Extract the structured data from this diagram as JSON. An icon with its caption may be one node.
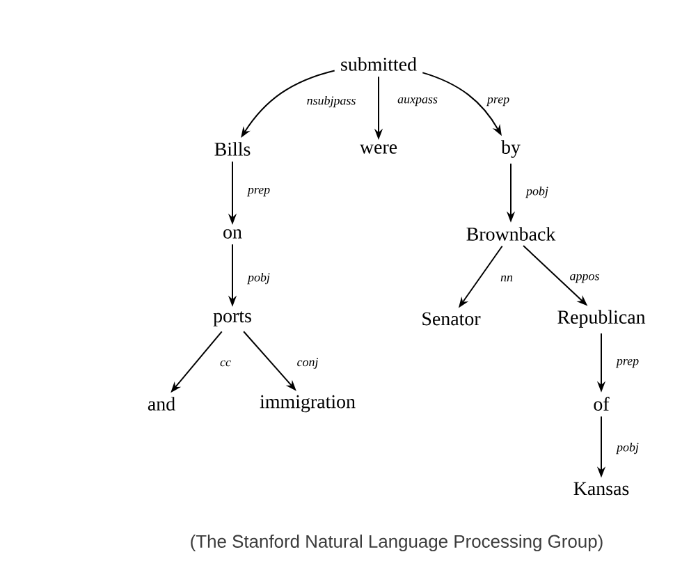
{
  "diagram": {
    "caption": "(The Stanford Natural Language Processing Group)",
    "nodes": [
      {
        "text": [
          "submitted"
        ]
      },
      {
        "text": [
          "Bills"
        ]
      },
      {
        "text": [
          "were"
        ]
      },
      {
        "text": [
          "by"
        ]
      },
      {
        "text": [
          "on"
        ]
      },
      {
        "text": [
          "Brownback"
        ]
      },
      {
        "text": [
          "ports"
        ]
      },
      {
        "text": [
          "Senator"
        ]
      },
      {
        "text": [
          "Republican"
        ]
      },
      {
        "text": [
          "and"
        ]
      },
      {
        "text": [
          "immigration"
        ]
      },
      {
        "text": [
          "of"
        ]
      },
      {
        "text": [
          "Kansas"
        ]
      }
    ],
    "edges": [
      {
        "from": 0,
        "to": 1,
        "arrow": "to",
        "label": "nsubjpass"
      },
      {
        "from": 0,
        "to": 2,
        "arrow": "to",
        "label": "auxpass"
      },
      {
        "from": 0,
        "to": 3,
        "arrow": "to",
        "label": "prep"
      },
      {
        "from": 1,
        "to": 4,
        "arrow": "to",
        "label": "prep"
      },
      {
        "from": 3,
        "to": 5,
        "arrow": "to",
        "label": "pobj"
      },
      {
        "from": 4,
        "to": 6,
        "arrow": "to",
        "label": "pobj"
      },
      {
        "from": 5,
        "to": 7,
        "arrow": "to",
        "label": "nn"
      },
      {
        "from": 5,
        "to": 8,
        "arrow": "to",
        "label": "appos"
      },
      {
        "from": 6,
        "to": 9,
        "arrow": "to",
        "label": "cc"
      },
      {
        "from": 6,
        "to": 10,
        "arrow": "to",
        "label": "conj"
      },
      {
        "from": 8,
        "to": 11,
        "arrow": "to",
        "label": "prep"
      },
      {
        "from": 11,
        "to": 12,
        "arrow": "to",
        "label": "pobj"
      }
    ]
  }
}
